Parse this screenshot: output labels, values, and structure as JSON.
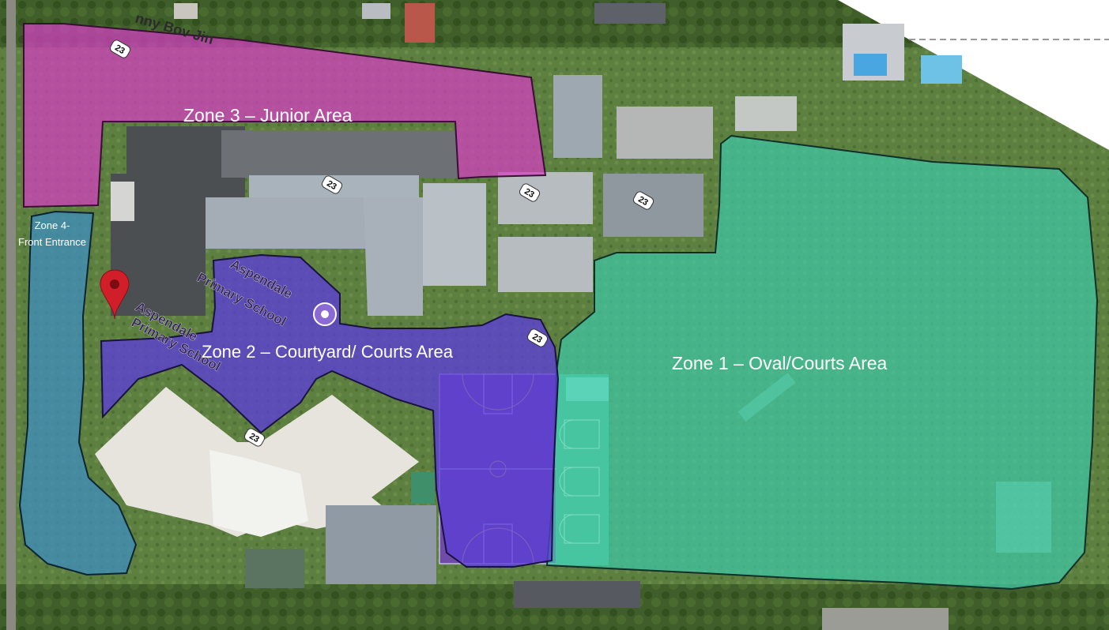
{
  "map": {
    "zones": [
      {
        "id": "zone-1",
        "label": "Zone 1 – Oval/Courts Area",
        "fill": "#3fc7a6"
      },
      {
        "id": "zone-2",
        "label": "Zone 2 – Courtyard/ Courts Area",
        "fill": "#5b3fd6"
      },
      {
        "id": "zone-3",
        "label": "Zone 3 – Junior Area",
        "fill": "#d63fc4"
      },
      {
        "id": "zone-4",
        "label_line1": "Zone 4-",
        "label_line2": "Front Entrance",
        "fill": "#3b8fc4"
      }
    ],
    "place_labels": {
      "school_upper_line1": "Aspendale",
      "school_upper_line2": "Primary School",
      "school_lower_line1": "Aspendale",
      "school_lower_line2": "Primary School"
    },
    "road_label": "nny Bov Jin",
    "route_badge": "23",
    "colors": {
      "grass": "#5d7f3f",
      "roof_grey": "#9aa3ab",
      "roof_dark": "#4c4f52",
      "roof_white": "#e6e4dd",
      "court": "#6e4ca8",
      "marker": "#d11f2a"
    },
    "icons": [
      "map-pin-icon",
      "place-pin-icon",
      "route-badge-icon"
    ]
  }
}
